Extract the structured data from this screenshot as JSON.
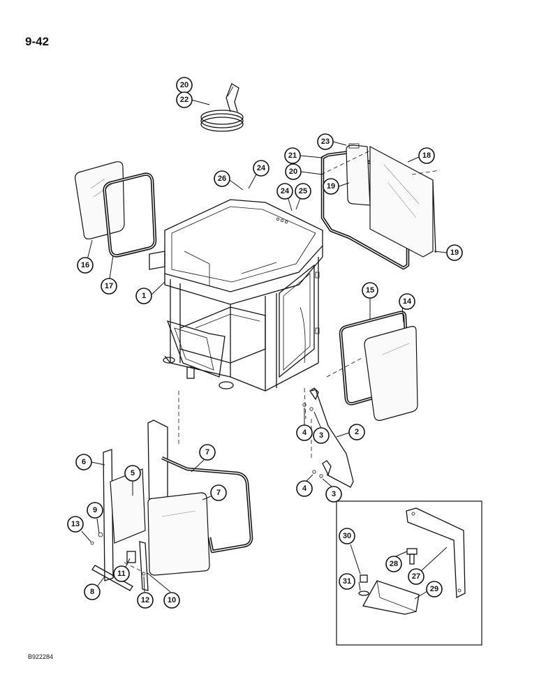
{
  "page_label": "9-42",
  "figure_code": "B922284",
  "callouts": [
    {
      "id": "c20a",
      "label": "20"
    },
    {
      "id": "c22",
      "label": "22"
    },
    {
      "id": "c23",
      "label": "23"
    },
    {
      "id": "c18",
      "label": "18"
    },
    {
      "id": "c21",
      "label": "21"
    },
    {
      "id": "c20b",
      "label": "20"
    },
    {
      "id": "c19a",
      "label": "19"
    },
    {
      "id": "c19b",
      "label": "19"
    },
    {
      "id": "c26",
      "label": "26"
    },
    {
      "id": "c24a",
      "label": "24"
    },
    {
      "id": "c24b",
      "label": "24"
    },
    {
      "id": "c25",
      "label": "25"
    },
    {
      "id": "c16",
      "label": "16"
    },
    {
      "id": "c17",
      "label": "17"
    },
    {
      "id": "c1",
      "label": "1"
    },
    {
      "id": "c15",
      "label": "15"
    },
    {
      "id": "c14",
      "label": "14"
    },
    {
      "id": "c2",
      "label": "2"
    },
    {
      "id": "c4a",
      "label": "4"
    },
    {
      "id": "c3a",
      "label": "3"
    },
    {
      "id": "c4b",
      "label": "4"
    },
    {
      "id": "c3b",
      "label": "3"
    },
    {
      "id": "c6",
      "label": "6"
    },
    {
      "id": "c5",
      "label": "5"
    },
    {
      "id": "c7a",
      "label": "7"
    },
    {
      "id": "c7b",
      "label": "7"
    },
    {
      "id": "c9",
      "label": "9"
    },
    {
      "id": "c13",
      "label": "13"
    },
    {
      "id": "c11",
      "label": "11"
    },
    {
      "id": "c8",
      "label": "8"
    },
    {
      "id": "c12",
      "label": "12"
    },
    {
      "id": "c10",
      "label": "10"
    },
    {
      "id": "c30",
      "label": "30"
    },
    {
      "id": "c28",
      "label": "28"
    },
    {
      "id": "c27",
      "label": "27"
    },
    {
      "id": "c31",
      "label": "31"
    },
    {
      "id": "c29",
      "label": "29"
    }
  ]
}
